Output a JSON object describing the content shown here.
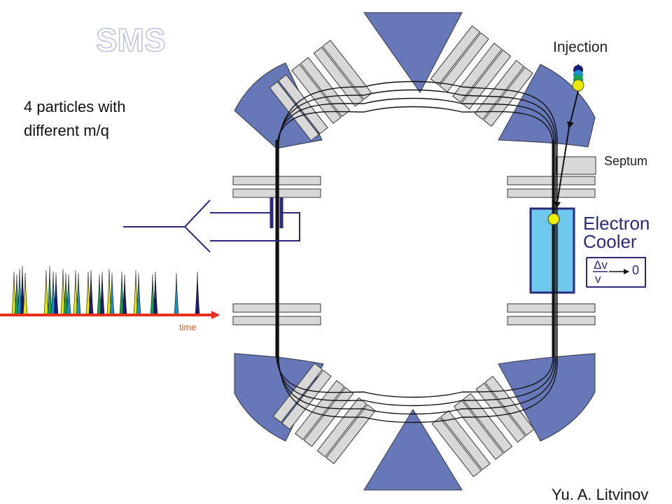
{
  "title": "SMS",
  "annotation": {
    "line1": "4 particles with",
    "line2": "different m/q"
  },
  "labels": {
    "injection": "Injection",
    "septum": "Septum",
    "electron_cooler_line1": "Electron",
    "electron_cooler_line2": "Cooler",
    "time": "time",
    "delta_v": "Δv",
    "v": "v",
    "zero": "0"
  },
  "credit": "Yu. A. Litvinov",
  "colors": {
    "dipole": "#6678b8",
    "quadrupole": "#d8d8d8",
    "cooler": "#6ec8ee",
    "pickup": "#2a2a7a",
    "time_axis": "#e8301f",
    "time_label": "#e05a2a",
    "particles": [
      "#e8e800",
      "#1aa14a",
      "#1a8fc8",
      "#1a1a7a"
    ]
  },
  "icons": {
    "pickup": "capacitor-pickup-icon",
    "amplifier": "triangle-amplifier-icon"
  }
}
